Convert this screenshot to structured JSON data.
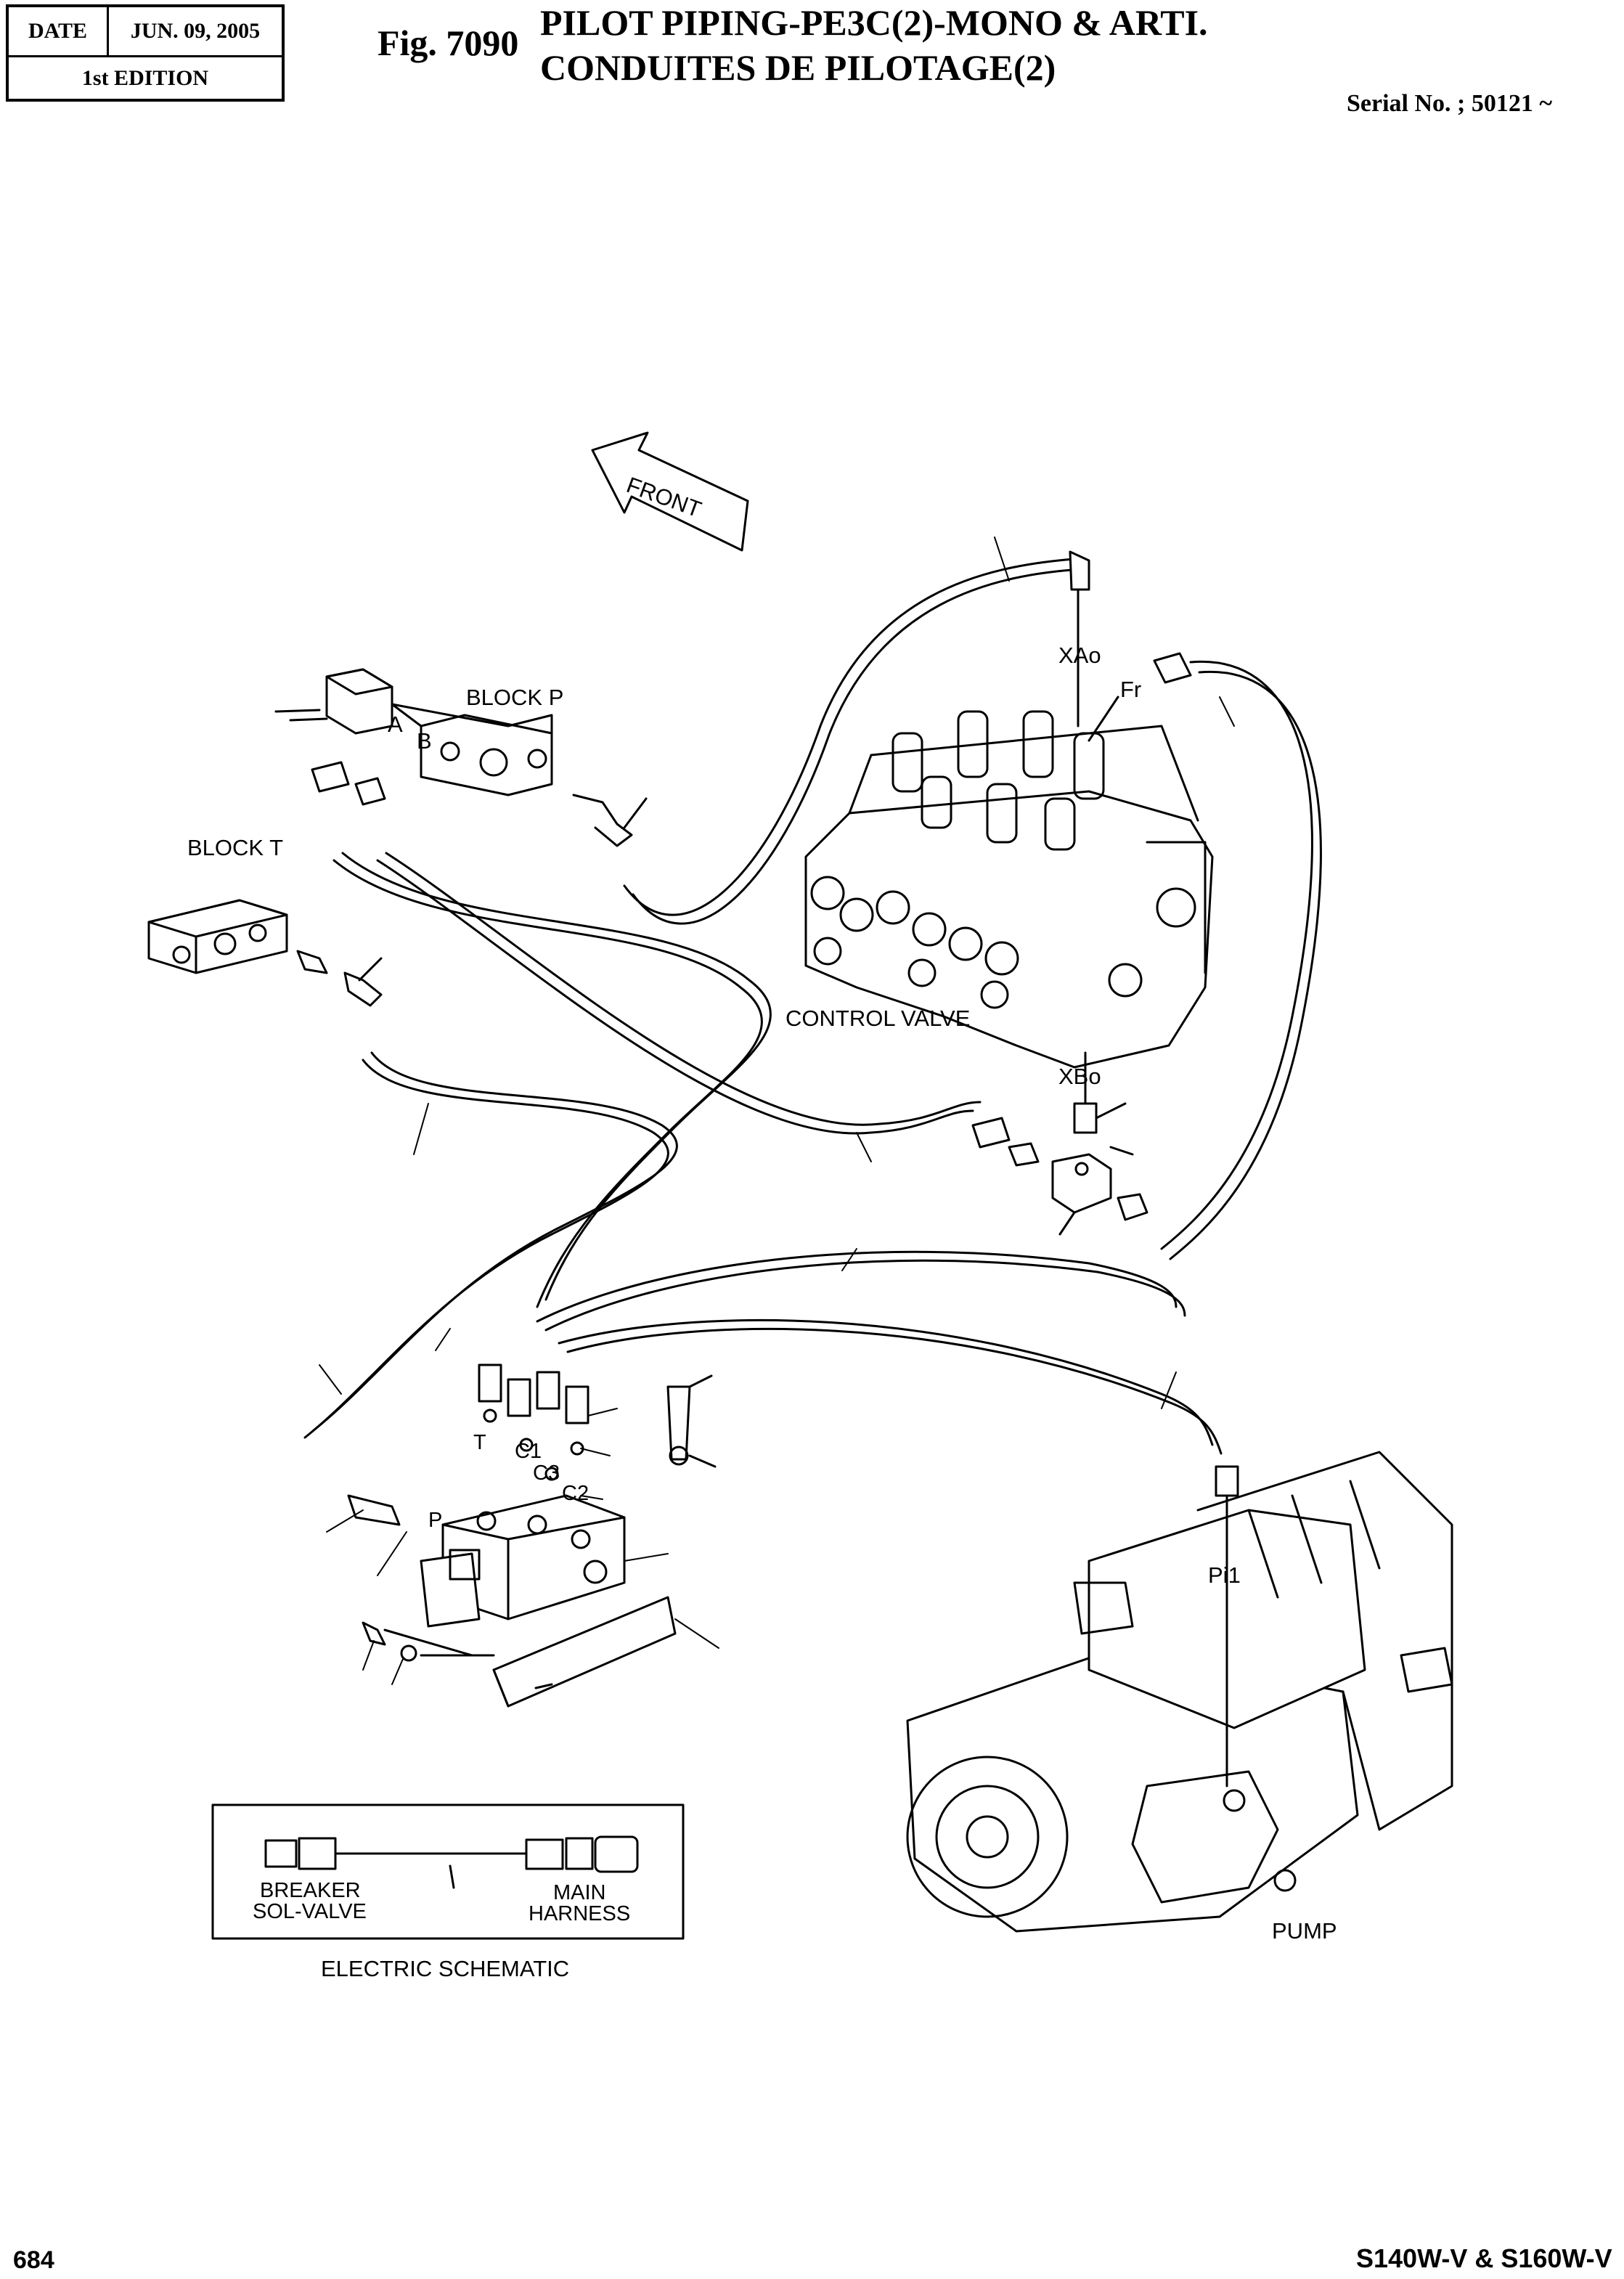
{
  "header": {
    "date_label": "DATE",
    "date_value": "JUN. 09, 2005",
    "edition": "1st EDITION",
    "fig_number": "Fig. 7090",
    "title_line1": "PILOT PIPING-PE3C(2)-MONO & ARTI.",
    "title_line2": "CONDUITES DE PILOTAGE(2)",
    "serial": "Serial No. ; 50121 ~"
  },
  "footer": {
    "page_number": "684",
    "model": "S140W-V & S160W-V"
  },
  "labels": {
    "front": "FRONT",
    "block_p": "BLOCK  P",
    "block_t": "BLOCK  T",
    "port_a": "A",
    "port_b": "B",
    "xao": "XAo",
    "fr": "Fr",
    "control_valve": "CONTROL VALVE",
    "xbo": "XBo",
    "port_t": "T",
    "port_c1": "C1",
    "port_c3": "C3",
    "port_c2": "C2",
    "port_p": "P",
    "pi1": "Pi1",
    "pump": "PUMP",
    "breaker_line1": "BREAKER",
    "breaker_line2": "SOL-VALVE",
    "harness_line1": "MAIN",
    "harness_line2": "HARNESS",
    "electric_schematic": "ELECTRIC SCHEMATIC"
  }
}
